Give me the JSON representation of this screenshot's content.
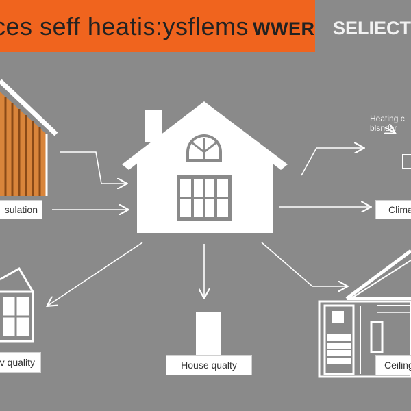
{
  "banner": {
    "title": "ces seff heatis:ysflems",
    "title_emphasis": "WWER",
    "title_overflow": "SELIECT"
  },
  "labels": {
    "insulation": "sulation",
    "climate": "Clima",
    "air_quality": "v quality",
    "house_quality": "House qualty",
    "ceiling": "Ceiling"
  },
  "note": {
    "line1": "Heating c",
    "line2": "blsnder"
  },
  "colors": {
    "background": "#8a8a8a",
    "banner": "#f0641e",
    "wood": "#d9853b",
    "white": "#ffffff"
  }
}
